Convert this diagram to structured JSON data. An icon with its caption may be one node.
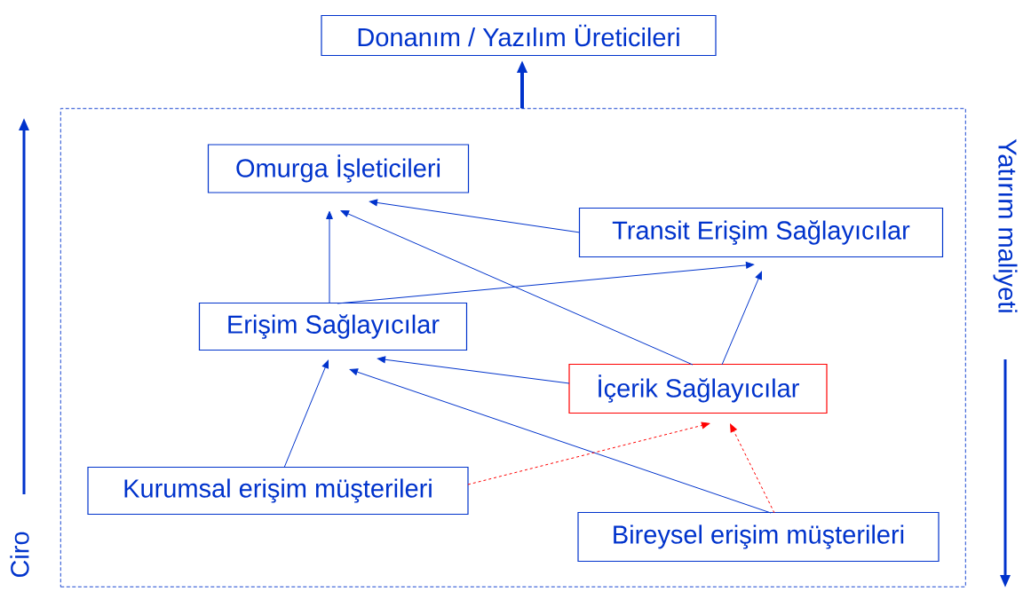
{
  "diagram": {
    "nodes": [
      {
        "text": [
          "Donanım / Yazılım Üreticileri"
        ]
      },
      {
        "text": [],
        "shape": "box"
      },
      {
        "text": [
          "Omurga İşleticileri"
        ],
        "in": 1
      },
      {
        "text": [
          "Transit Erişim Sağlayıcılar"
        ],
        "in": 1
      },
      {
        "text": [
          "Erişim Sağlayıcılar"
        ],
        "in": 1
      },
      {
        "text": [
          "İçerik Sağlayıcılar"
        ],
        "in": 1
      },
      {
        "text": [
          "Kurumsal erişim müşterileri"
        ],
        "in": 1
      },
      {
        "text": [
          "Bireysel erişim müşterileri"
        ],
        "in": 1
      }
    ],
    "edges": [
      {
        "from": 1,
        "to": 0,
        "arrow": "to",
        "style": "thick"
      },
      {
        "from": 3,
        "to": 2,
        "arrow": "to"
      },
      {
        "from": 4,
        "to": 2,
        "arrow": "to"
      },
      {
        "from": 5,
        "to": 2,
        "arrow": "to"
      },
      {
        "from": 4,
        "to": 3,
        "arrow": "to"
      },
      {
        "from": 5,
        "to": 3,
        "arrow": "to"
      },
      {
        "from": 5,
        "to": 4,
        "arrow": "to"
      },
      {
        "from": 6,
        "to": 4,
        "arrow": "to"
      },
      {
        "from": 7,
        "to": 4,
        "arrow": "to"
      },
      {
        "from": 6,
        "to": 5,
        "arrow": "to",
        "style": "dashed",
        "color": "#ff0000"
      },
      {
        "from": 7,
        "to": 5,
        "arrow": "to",
        "style": "dashed",
        "color": "#ff0000"
      }
    ],
    "labels": [
      "Ciro",
      "Yatırım maliyeti"
    ]
  }
}
